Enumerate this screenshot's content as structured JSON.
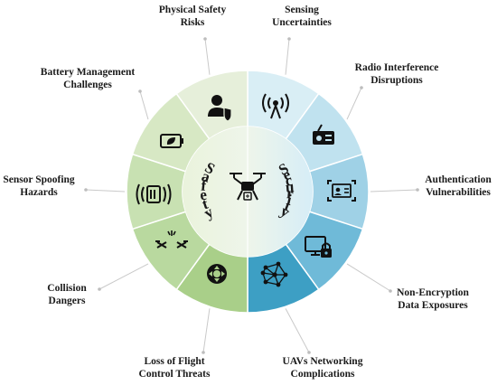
{
  "center": {
    "left_label": "Safety",
    "right_label": "Security"
  },
  "segments": [
    {
      "id": "physical",
      "lines": [
        "Physical Safety",
        "Risks"
      ],
      "icon": "person-shield-icon",
      "color": "#e6efda"
    },
    {
      "id": "battery",
      "lines": [
        "Battery Management",
        "Challenges"
      ],
      "icon": "battery-leaf-icon",
      "color": "#d7e8c4"
    },
    {
      "id": "spoofing",
      "lines": [
        "Sensor Spoofing",
        "Hazards"
      ],
      "icon": "sensor-signal-icon",
      "color": "#c8e1b2"
    },
    {
      "id": "collision",
      "lines": [
        "Collision",
        "Dangers"
      ],
      "icon": "drone-collision-icon",
      "color": "#b9d99f"
    },
    {
      "id": "flightctrl",
      "lines": [
        "Loss of Flight",
        "Control Threats"
      ],
      "icon": "flight-control-icon",
      "color": "#a9cf89"
    },
    {
      "id": "sensing",
      "lines": [
        "Sensing",
        "Uncertainties"
      ],
      "icon": "antenna-signal-icon",
      "color": "#d9eef5"
    },
    {
      "id": "radio",
      "lines": [
        "Radio Interference",
        "Disruptions"
      ],
      "icon": "radio-device-icon",
      "color": "#c0e2ef"
    },
    {
      "id": "auth",
      "lines": [
        "Authentication",
        "Vulnerabilities"
      ],
      "icon": "id-card-scan-icon",
      "color": "#9fd1e6"
    },
    {
      "id": "encryption",
      "lines": [
        "Non-Encryption",
        "Data Exposures"
      ],
      "icon": "monitor-lock-icon",
      "color": "#6fbad8"
    },
    {
      "id": "networking",
      "lines": [
        "UAVs Networking",
        "Complications"
      ],
      "icon": "network-nodes-icon",
      "color": "#3d9fc4"
    }
  ]
}
